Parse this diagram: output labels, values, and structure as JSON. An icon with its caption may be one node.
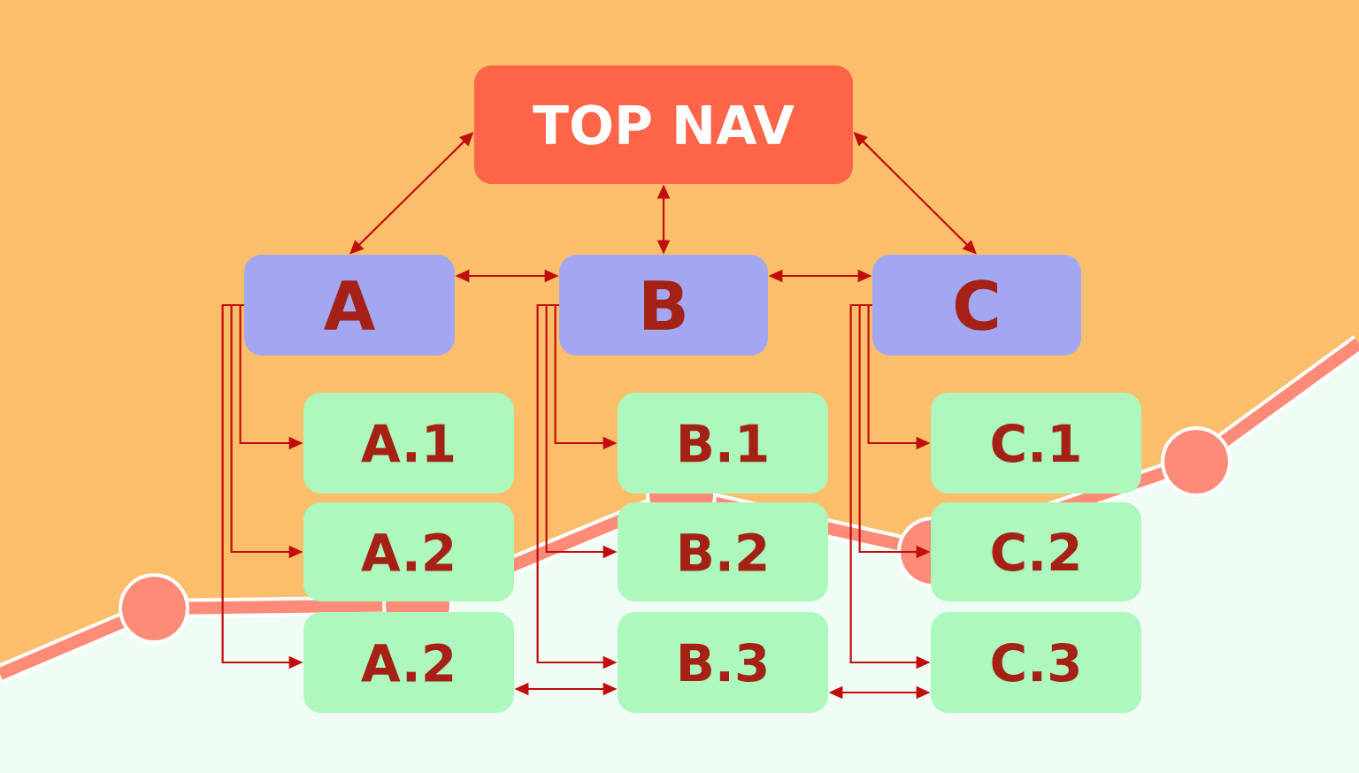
{
  "diagram": {
    "nodes": [
      {
        "text": [
          "TOP NAV"
        ]
      },
      {
        "text": [
          "A"
        ]
      },
      {
        "text": [
          "B"
        ]
      },
      {
        "text": [
          "C"
        ]
      },
      {
        "text": [
          "A.1"
        ]
      },
      {
        "text": [
          "A.2"
        ]
      },
      {
        "text": [
          "A.2"
        ]
      },
      {
        "text": [
          "B.1"
        ]
      },
      {
        "text": [
          "B.2"
        ]
      },
      {
        "text": [
          "B.3"
        ]
      },
      {
        "text": [
          "C.1"
        ]
      },
      {
        "text": [
          "C.2"
        ]
      },
      {
        "text": [
          "C.3"
        ]
      }
    ],
    "edges": [
      {
        "from": 0,
        "to": 1,
        "arrow": "both"
      },
      {
        "from": 0,
        "to": 2,
        "arrow": "both"
      },
      {
        "from": 0,
        "to": 3,
        "arrow": "both"
      },
      {
        "from": 1,
        "to": 2,
        "arrow": "both"
      },
      {
        "from": 2,
        "to": 3,
        "arrow": "both"
      },
      {
        "from": 1,
        "to": 4,
        "arrow": "to"
      },
      {
        "from": 1,
        "to": 5,
        "arrow": "to"
      },
      {
        "from": 1,
        "to": 6,
        "arrow": "to"
      },
      {
        "from": 2,
        "to": 7,
        "arrow": "to"
      },
      {
        "from": 2,
        "to": 8,
        "arrow": "to"
      },
      {
        "from": 2,
        "to": 9,
        "arrow": "to"
      },
      {
        "from": 3,
        "to": 10,
        "arrow": "to"
      },
      {
        "from": 3,
        "to": 11,
        "arrow": "to"
      },
      {
        "from": 3,
        "to": 12,
        "arrow": "to"
      },
      {
        "from": 6,
        "to": 9,
        "arrow": "both"
      },
      {
        "from": 9,
        "to": 12,
        "arrow": "both"
      }
    ]
  }
}
